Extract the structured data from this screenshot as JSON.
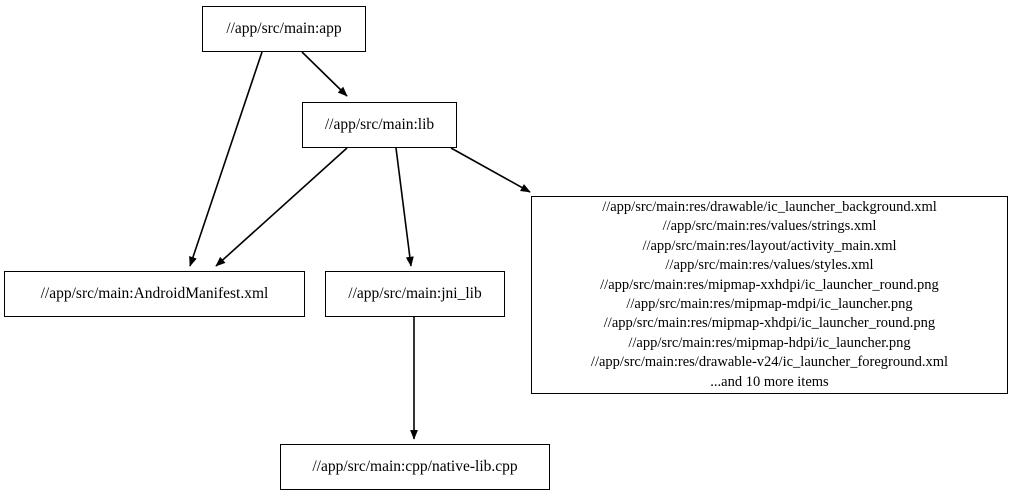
{
  "graph": {
    "type": "directed-dependency-graph",
    "background_color": "#ffffff",
    "stroke_color": "#000000",
    "node_fill_color": "#ffffff",
    "nodes": {
      "app": {
        "label": "//app/src/main:app"
      },
      "lib": {
        "label": "//app/src/main:lib"
      },
      "manifest": {
        "label": "//app/src/main:AndroidManifest.xml"
      },
      "jni_lib": {
        "label": "//app/src/main:jni_lib"
      },
      "native_lib_cpp": {
        "label": "//app/src/main:cpp/native-lib.cpp"
      },
      "resources": {
        "lines": [
          "//app/src/main:res/drawable/ic_launcher_background.xml",
          "//app/src/main:res/values/strings.xml",
          "//app/src/main:res/layout/activity_main.xml",
          "//app/src/main:res/values/styles.xml",
          "//app/src/main:res/mipmap-xxhdpi/ic_launcher_round.png",
          "//app/src/main:res/mipmap-mdpi/ic_launcher.png",
          "//app/src/main:res/mipmap-xhdpi/ic_launcher_round.png",
          "//app/src/main:res/mipmap-hdpi/ic_launcher.png",
          "//app/src/main:res/drawable-v24/ic_launcher_foreground.xml",
          "...and 10 more items"
        ],
        "label": "//app/src/main:res/drawable/ic_launcher_background.xml\n//app/src/main:res/values/strings.xml\n//app/src/main:res/layout/activity_main.xml\n//app/src/main:res/values/styles.xml\n//app/src/main:res/mipmap-xxhdpi/ic_launcher_round.png\n//app/src/main:res/mipmap-mdpi/ic_launcher.png\n//app/src/main:res/mipmap-xhdpi/ic_launcher_round.png\n//app/src/main:res/mipmap-hdpi/ic_launcher.png\n//app/src/main:res/drawable-v24/ic_launcher_foreground.xml\n...and 10 more items",
        "overflow_note": "...and 10 more items",
        "overflow_count": 10
      }
    },
    "edges": [
      {
        "from": "app",
        "to": "lib"
      },
      {
        "from": "app",
        "to": "manifest"
      },
      {
        "from": "lib",
        "to": "manifest"
      },
      {
        "from": "lib",
        "to": "jni_lib"
      },
      {
        "from": "lib",
        "to": "resources"
      },
      {
        "from": "jni_lib",
        "to": "native_lib_cpp"
      }
    ]
  }
}
